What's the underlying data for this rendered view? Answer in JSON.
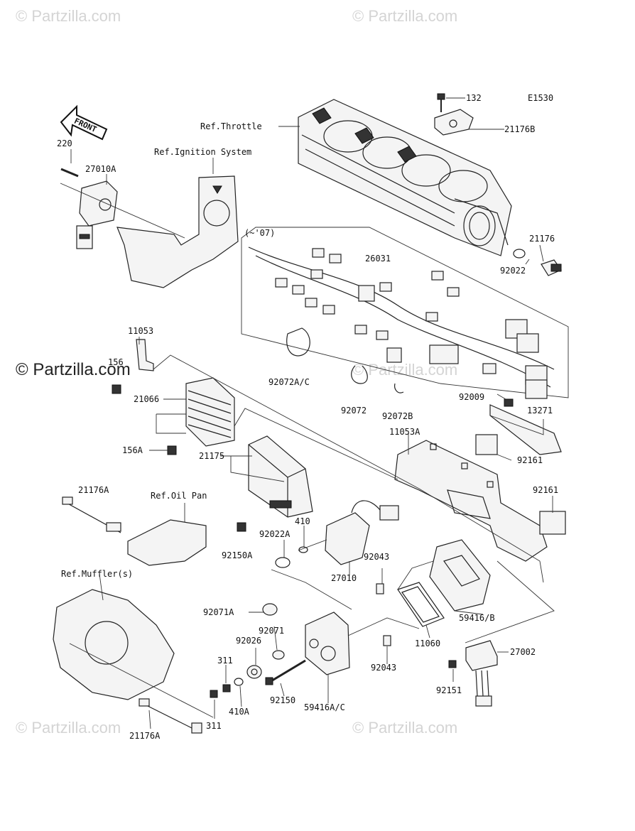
{
  "watermarks": {
    "top_left": "© Partzilla.com",
    "top_right": "© Partzilla.com",
    "main": "© Partzilla.com",
    "mid_right": "© Partzilla.com",
    "bottom_left": "© Partzilla.com",
    "bottom_right": "© Partzilla.com"
  },
  "diagram_code": "E1530",
  "front_arrow": "FRONT",
  "references": {
    "throttle": "Ref.Throttle",
    "ignition": "Ref.Ignition System",
    "oil_pan": "Ref.Oil Pan",
    "muffler": "Ref.Muffler(s)"
  },
  "year_note": "(~'07)",
  "parts": {
    "p132": "132",
    "p21176B": "21176B",
    "p21176": "21176",
    "p92022": "92022",
    "p220": "220",
    "p27010A": "27010A",
    "p26031": "26031",
    "p11053": "11053",
    "p156": "156",
    "p21066": "21066",
    "p156A": "156A",
    "p92072AC": "92072A/C",
    "p92072": "92072",
    "p92072B": "92072B",
    "p92009": "92009",
    "p13271": "13271",
    "p11053A": "11053A",
    "p92161a": "92161",
    "p92161b": "92161",
    "p21175": "21175",
    "p21176A_top": "21176A",
    "p410": "410",
    "p92022A": "92022A",
    "p92150A": "92150A",
    "p27010": "27010",
    "p92043a": "92043",
    "p59416B": "59416/B",
    "p92071A": "92071A",
    "p92071": "92071",
    "p92026": "92026",
    "p311a": "311",
    "p410A": "410A",
    "p92150": "92150",
    "p59416AC": "59416A/C",
    "p11060": "11060",
    "p92043b": "92043",
    "p27002": "27002",
    "p92151": "92151",
    "p311b": "311",
    "p21176A_bottom": "21176A"
  }
}
